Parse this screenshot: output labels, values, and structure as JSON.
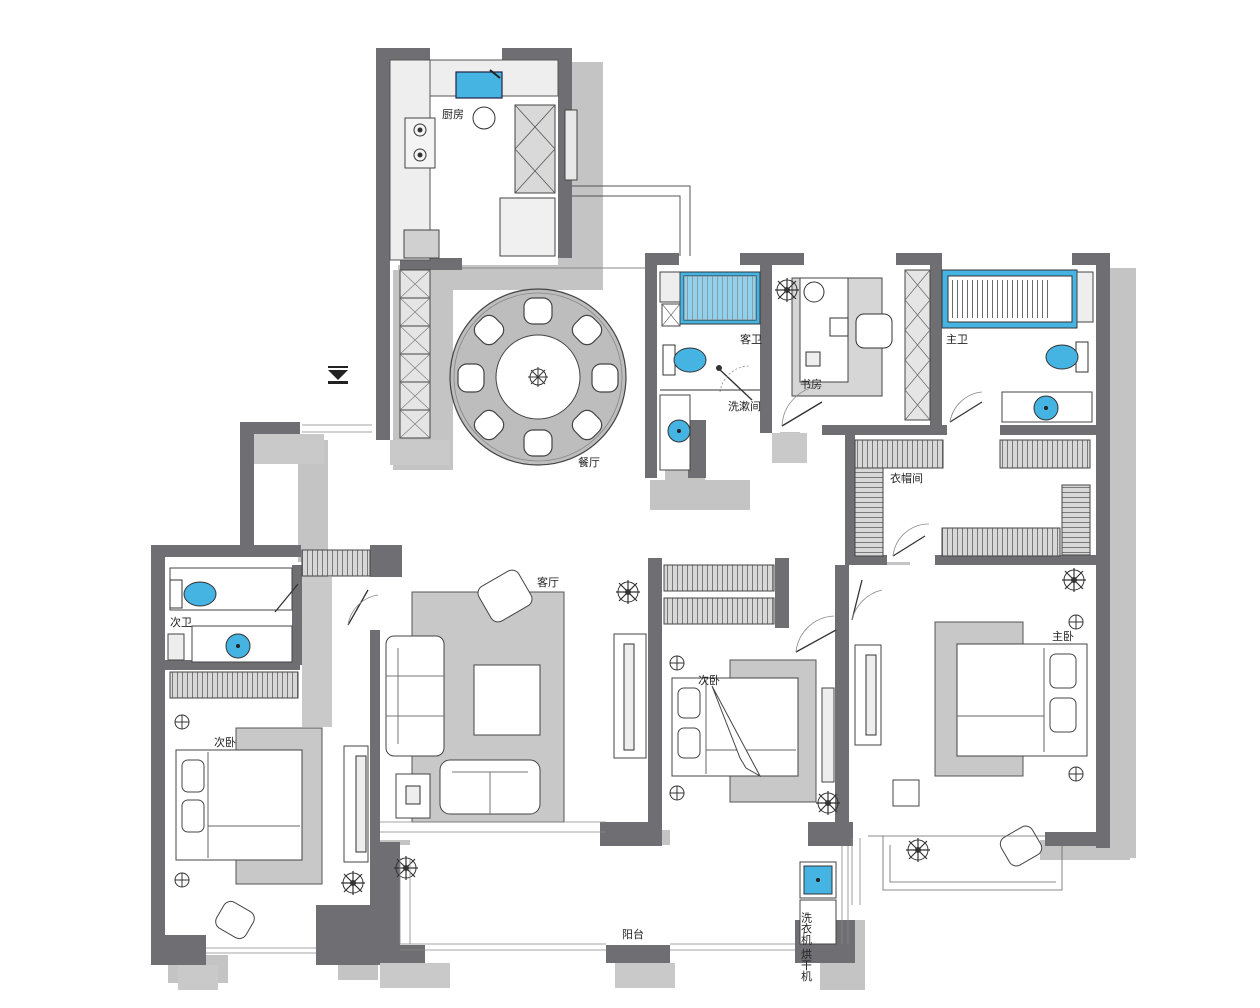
{
  "rooms": {
    "kitchen": "厨房",
    "dining": "餐厅",
    "guest_bath": "客卫",
    "wash_room": "洗漱间",
    "study": "书房",
    "master_bath": "主卫",
    "closet": "衣帽间",
    "living": "客厅",
    "bath2": "次卫",
    "bed2_left": "次卧",
    "bed2_mid": "次卧",
    "master_bed": "主卧",
    "balcony": "阳台",
    "laundry": "洗衣机 烘干机"
  },
  "colors": {
    "wall": "#6f6f73",
    "shadow": "#c4c4c4",
    "floor": "#ffffff",
    "fixture_blue": "#46b4e3",
    "rug": "#c8c8c8",
    "rug_dark": "#a9a9a9",
    "wardrobe": "#d7d7d7",
    "line": "#333333"
  },
  "icons": [
    "entrance-arrow-icon",
    "plant-icon",
    "toilet-icon",
    "basin-icon",
    "stove-icon",
    "door-swing-icon",
    "lamp-icon"
  ]
}
